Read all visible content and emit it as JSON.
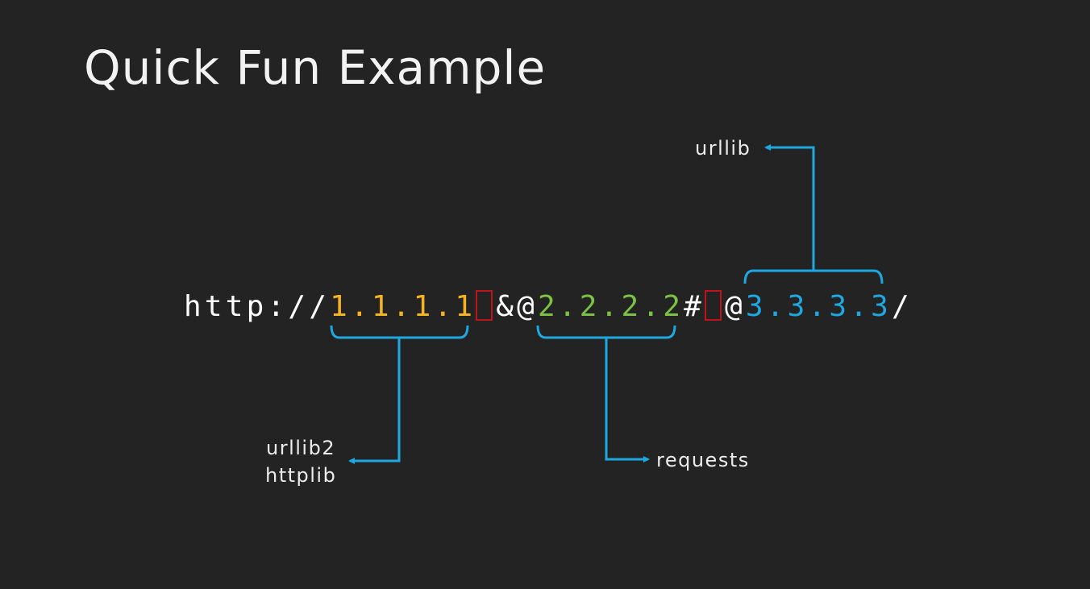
{
  "slide": {
    "title": "Quick Fun Example"
  },
  "url": {
    "scheme": "http://",
    "host1": "1.1.1.1",
    "part_amp_at": "&@",
    "host2": "2.2.2.2",
    "hash": "#",
    "at": "@",
    "host3": "3.3.3.3",
    "trailing_slash": "/"
  },
  "labels": {
    "urllib": "urllib",
    "urllib2": "urllib2",
    "httplib": "httplib",
    "requests": "requests"
  },
  "colors": {
    "background": "#232323",
    "host1": "#f5b320",
    "host2": "#7cc242",
    "host3": "#1da8e0",
    "bracket": "#1da8e0",
    "highlight_box": "#c0141a"
  }
}
